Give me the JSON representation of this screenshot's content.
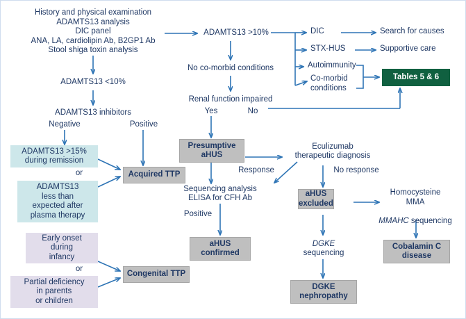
{
  "figure": {
    "title": "Diagnostic algorithm for thrombotic microangiopathy",
    "border_color": "#cfdcee",
    "text_color": "#1F3864",
    "arrow_color": "#2E74B5",
    "colors": {
      "gray_box": "#BFBFBF",
      "blue_box": "#CDE7EA",
      "purple_box": "#E2DDEB",
      "green_box": "#106040",
      "green_box_text": "#FFFFFF"
    }
  },
  "nodes": {
    "workup": "History and physical examination\nADAMTS13 analysis\nDIC panel\nANA, LA, cardiolipin Ab, B2GP1 Ab\nStool shiga toxin analysis",
    "adamts13_low": "ADAMTS13 <10%",
    "adamts13_inhibitors": "ADAMTS13 inhibitors",
    "negative": "Negative",
    "positive_inhibitor": "Positive",
    "adamts13_remission": "ADAMTS13 >15%\nduring remission",
    "or_1": "or",
    "adamts13_less_expected": "ADAMTS13\nless than\nexpected after\nplasma therapy",
    "acquired_ttp": "Acquired TTP",
    "early_onset": "Early onset\nduring\ninfancy",
    "or_2": "or",
    "partial_deficiency": "Partial deficiency\nin parents\nor children",
    "congenital_ttp": "Congenital TTP",
    "adamts13_high": "ADAMTS13 >10%",
    "no_comorbid": "No co-morbid conditions",
    "renal_impaired": "Renal function impaired",
    "yes": "Yes",
    "no": "No",
    "dic": "DIC",
    "stx_hus": "STX-HUS",
    "autoimmunity": "Autoimmunity",
    "comorbid_conditions": "Co-morbid\nconditions",
    "search_causes": "Search for causes",
    "supportive_care": "Supportive care",
    "tables_5_6": "Tables 5 & 6",
    "presumptive_ahus": "Presumptive\naHUS",
    "eculizumab": "Eculizumab\ntherapeutic diagnosis",
    "response": "Response",
    "no_response": "No response",
    "sequencing_elisa": "Sequencing analysis\nELISA for CFH Ab",
    "positive_cfh": "Positive",
    "ahus_confirmed": "aHUS\nconfirmed",
    "ahus_excluded": "aHUS\nexcluded",
    "dgke_gene": "DGKE",
    "dgke_sequencing": "sequencing",
    "dgke_nephropathy": "DGKE\nnephropathy",
    "homocysteine": "Homocysteine\nMMA",
    "mmahc_gene": "MMAHC",
    "mmahc_sequencing": " sequencing",
    "cobalamin_c": "Cobalamin C\ndisease"
  }
}
